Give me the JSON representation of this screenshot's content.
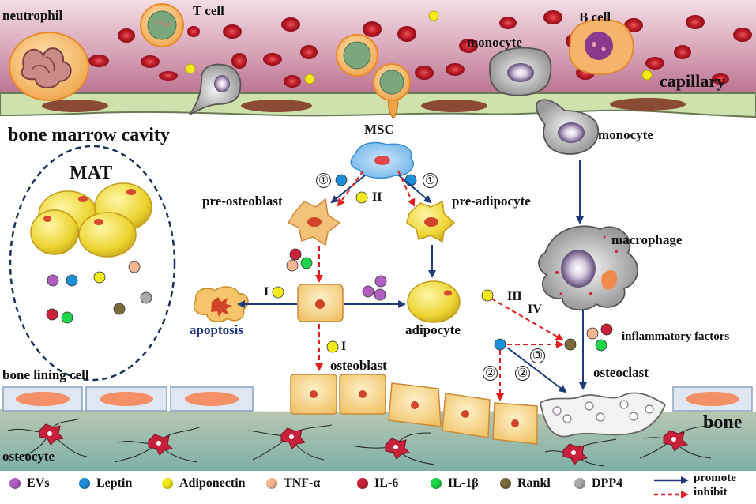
{
  "labels": {
    "neutrophil": "neutrophil",
    "t_cell": "T cell",
    "b_cell": "B cell",
    "monocyte_top": "monocyte",
    "capillary": "capillary",
    "monocyte_mid": "monocyte",
    "bone_marrow_cavity": "bone marrow cavity",
    "msc": "MSC",
    "mat": "MAT",
    "pre_osteoblast": "pre-osteoblast",
    "pre_adipocyte": "pre-adipocyte",
    "macrophage": "macrophage",
    "apoptosis": "apoptosis",
    "adipocyte": "adipocyte",
    "osteoblast": "osteoblast",
    "inflammatory_factors": "inflammatory factors",
    "osteoclast": "osteoclast",
    "bone_lining_cell": "bone lining cell",
    "bone": "bone",
    "osteocyte": "osteocyte"
  },
  "markers": {
    "one_left": "①",
    "one_right": "①",
    "two_left": "②",
    "two_right": "②",
    "three": "③",
    "roman_ii": "II",
    "roman_i_apoptosis": "I",
    "roman_i_osteoblast": "I",
    "roman_iii": "III",
    "roman_iv": "IV"
  },
  "legend": [
    {
      "label": "EVs",
      "color": "#b05fc0"
    },
    {
      "label": "Leptin",
      "color": "#1c8fd8"
    },
    {
      "label": "Adiponectin",
      "color": "#f3ea1a"
    },
    {
      "label": "TNF-α",
      "color": "#f3b690"
    },
    {
      "label": "IL-6",
      "color": "#c8213c"
    },
    {
      "label": "IL-1β",
      "color": "#1ed64a"
    },
    {
      "label": "Rankl",
      "color": "#7a6a3c"
    },
    {
      "label": "DPP4",
      "color": "#a9a9a9"
    }
  ],
  "arrow_legend": {
    "promote": "promote",
    "inhibit": "inhibit"
  },
  "colors": {
    "promote": "#1f3a78",
    "inhibit": "#e02020",
    "capillary": "#c98aa0",
    "endothelium": "#c9dba6",
    "bone": "#9db7a6",
    "adipocyte": "#f2dc3a"
  }
}
